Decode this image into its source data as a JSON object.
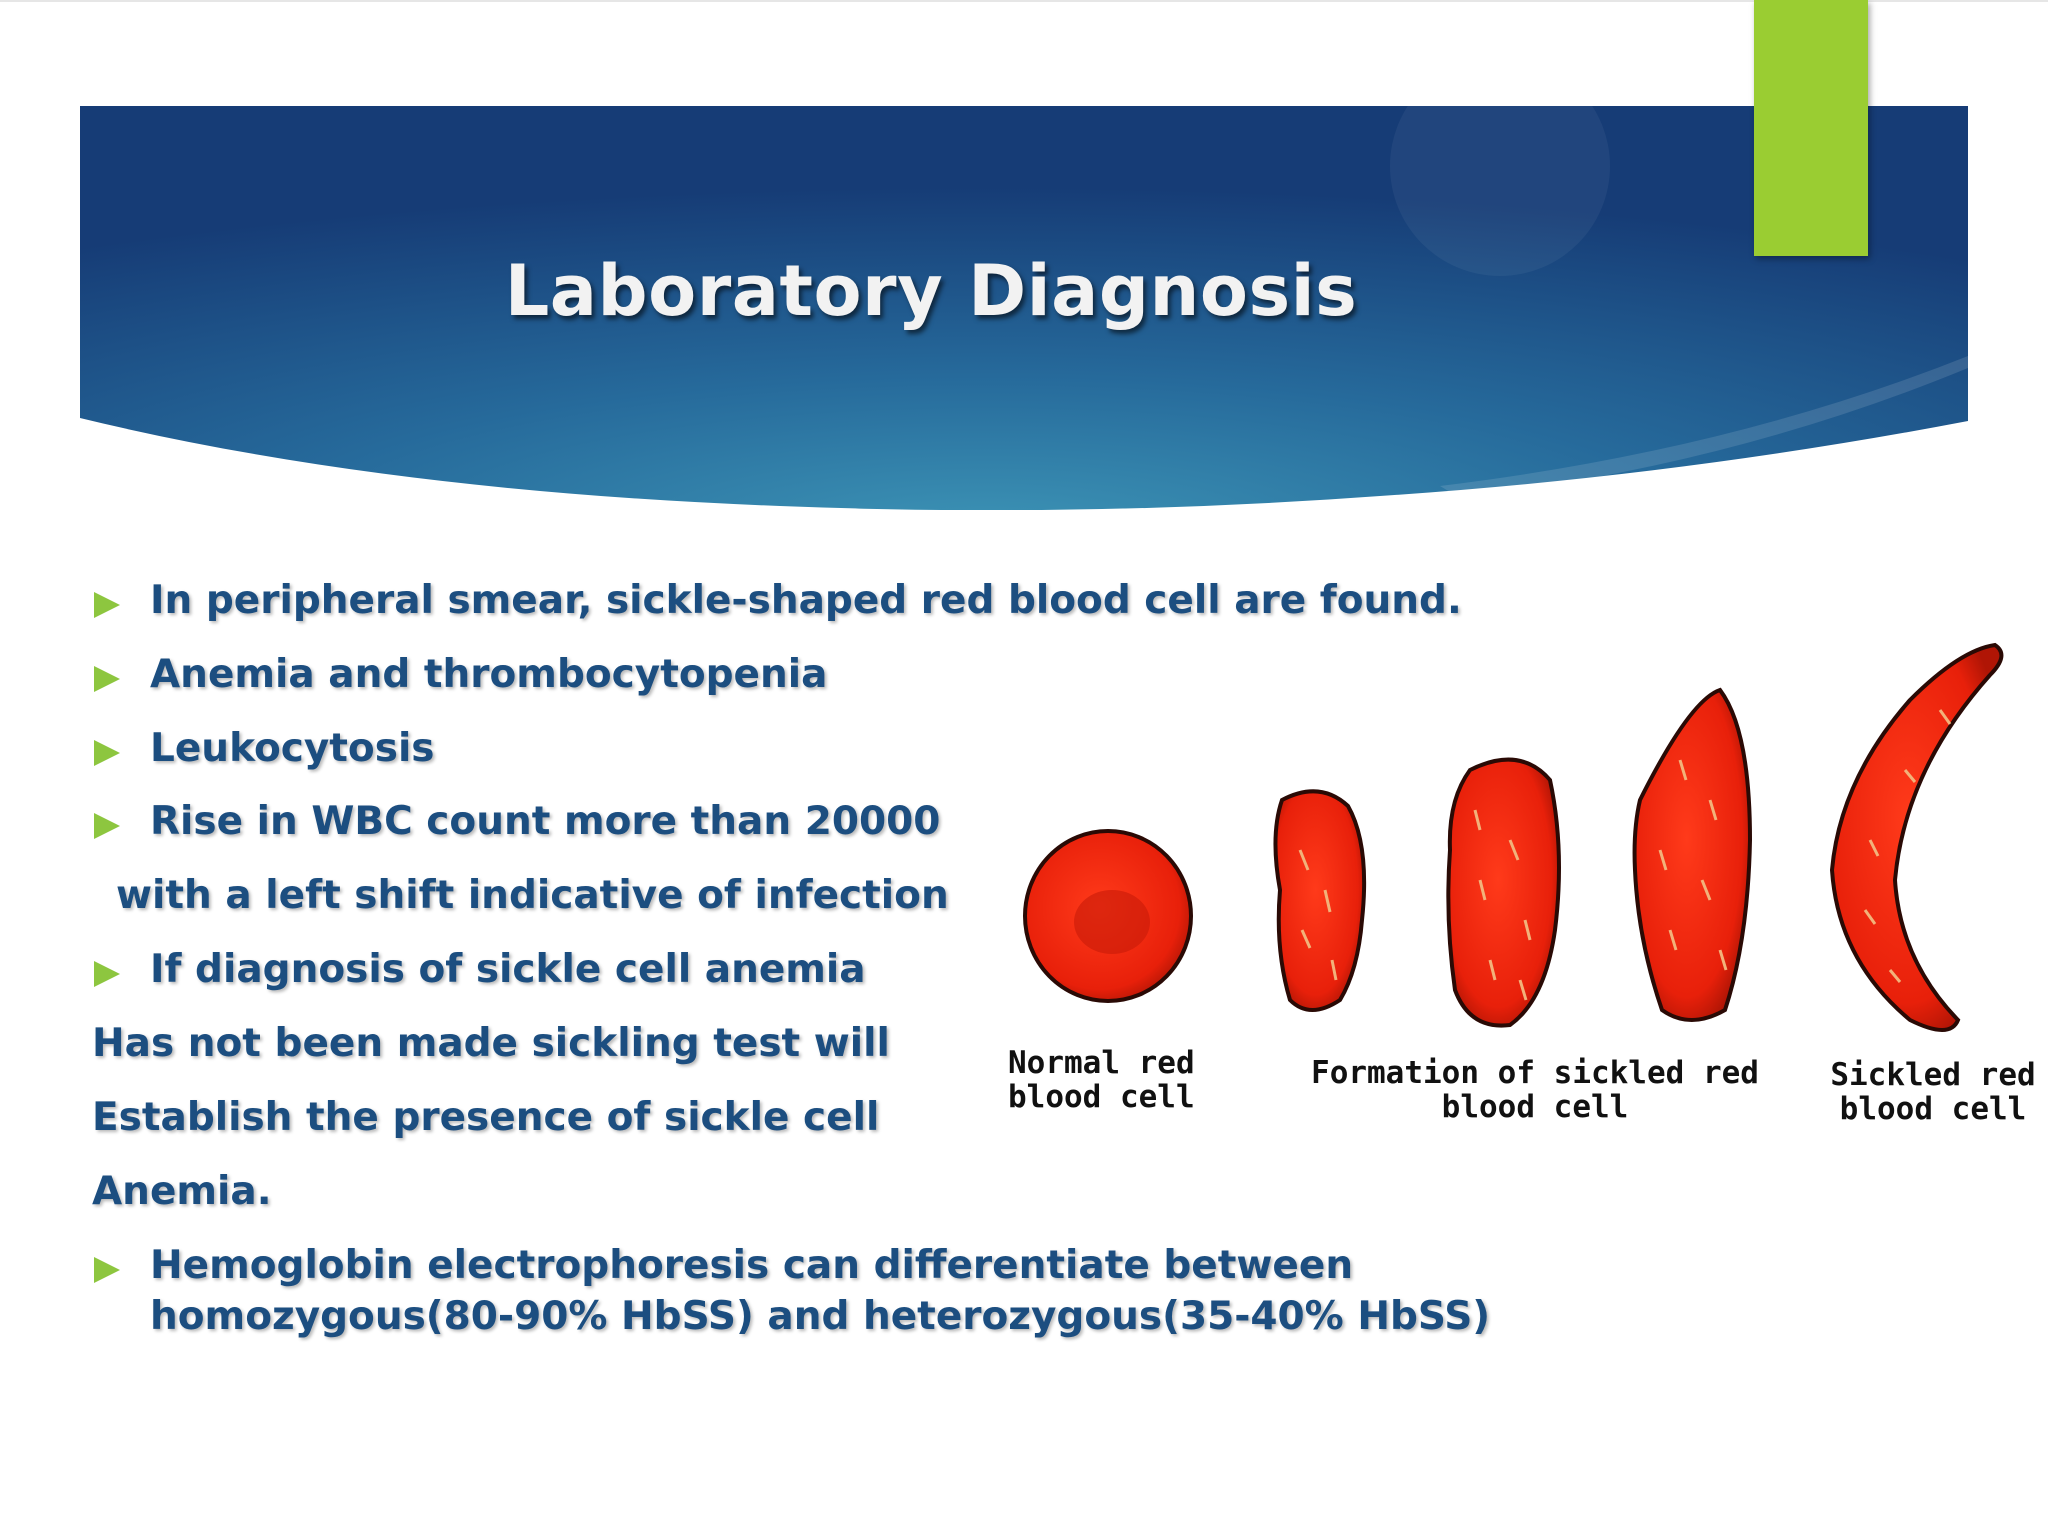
{
  "slide": {
    "title": "Laboratory Diagnosis",
    "colors": {
      "banner_dark": "#173f78",
      "banner_light": "#3c93b5",
      "accent": "#9acd32",
      "bullet": "#8dc63f",
      "text": "#1c4e80"
    }
  },
  "content": {
    "lines": [
      "In peripheral smear, sickle-shaped red blood cell are found.",
      "Anemia and thrombocytopenia",
      "Leukocytosis",
      "Rise in WBC count more than 20000",
      "with a left shift indicative of infection",
      "If diagnosis of sickle cell anemia",
      "Has not been made sickling test will",
      "Establish the presence of sickle cell",
      "Anemia.",
      "Hemoglobin electrophoresis can differentiate between",
      "homozygous(80-90% HbSS) and heterozygous(35-40% HbSS)"
    ]
  },
  "figure": {
    "captions": {
      "normal": [
        "Normal red",
        "blood cell"
      ],
      "formation": [
        "Formation of sickled red",
        "blood cell"
      ],
      "sickled": [
        "Sickled red",
        "blood cell"
      ]
    }
  }
}
